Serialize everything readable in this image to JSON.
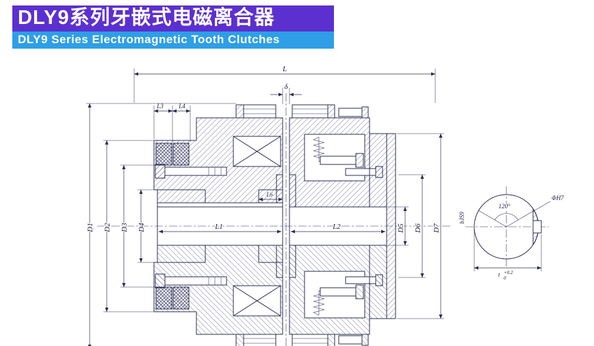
{
  "header": {
    "title_cn": "DLY9系列牙嵌式电磁离合器",
    "title_en": "DLY9 Series Electromagnetic Tooth Clutches"
  },
  "colors": {
    "title_bg": "#5c30cf",
    "subtitle_bg": "#2e9fe6",
    "line": "#2e2e55"
  },
  "drawing": {
    "dims": {
      "overall": "L",
      "gap": "δ",
      "l1": "L1",
      "l2": "L2",
      "l3": "L3",
      "l4": "L4",
      "l6": "L6",
      "d1": "D1",
      "d2": "D2",
      "d3": "D3",
      "d4": "D4",
      "d5": "D5",
      "d6": "D6",
      "d7": "D7"
    },
    "detail": {
      "angle": "120°",
      "bore_fit": "ΦH7",
      "key_width": "bJS9",
      "key_depth": "t",
      "tol_upper": "+0.2",
      "tol_lower": "0"
    }
  }
}
